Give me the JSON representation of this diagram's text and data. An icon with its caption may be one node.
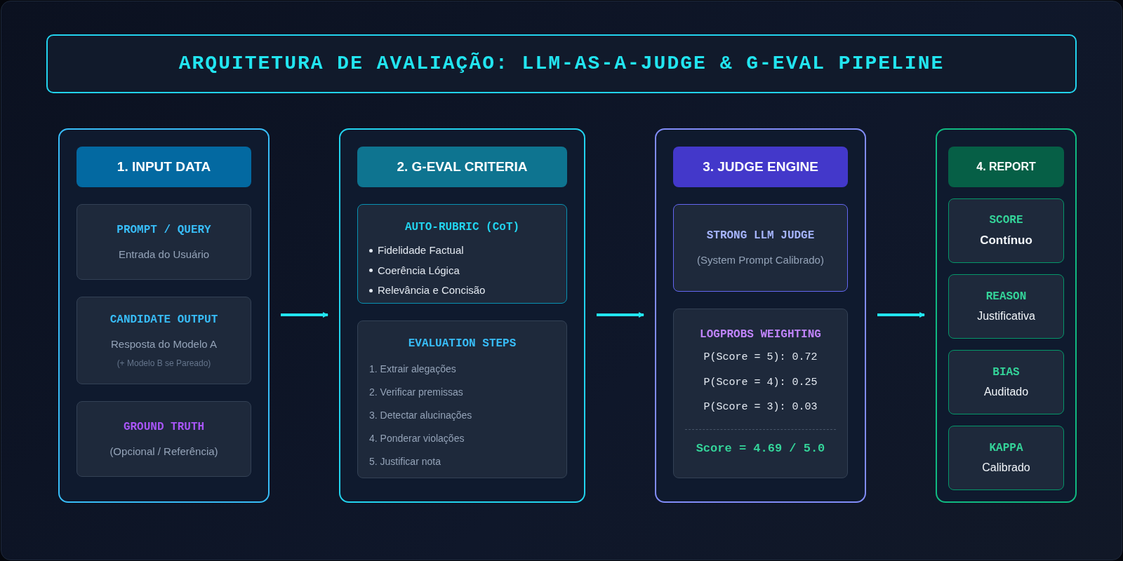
{
  "diagram": {
    "title": "ARQUITETURA DE AVALIAÇÃO: LLM-AS-A-JUDGE & G-EVAL PIPELINE",
    "nodes": [
      {
        "text": [
          "1. INPUT DATA"
        ]
      },
      {
        "text": [
          "PROMPT / QUERY",
          "Entrada do Usuário"
        ],
        "in": 0
      },
      {
        "text": [
          "CANDIDATE OUTPUT",
          "Resposta do Modelo A",
          "(+ Modelo B se Pareado)"
        ],
        "in": 0
      },
      {
        "text": [
          "GROUND TRUTH",
          "(Opcional / Referência)"
        ],
        "in": 0
      },
      {
        "text": [
          "2. G-EVAL CRITERIA"
        ]
      },
      {
        "text": [
          "AUTO-RUBRIC (CoT)",
          "Fidelidade Factual",
          "Coerência Lógica",
          "Relevância e Concisão"
        ],
        "in": 4
      },
      {
        "text": [
          "EVALUATION STEPS",
          "1. Extrair alegações",
          "2. Verificar premissas",
          "3. Detectar alucinações",
          "4. Ponderar violações",
          "5. Justificar nota"
        ],
        "in": 4
      },
      {
        "text": [
          "3. JUDGE ENGINE"
        ]
      },
      {
        "text": [
          "STRONG LLM JUDGE",
          "(System Prompt Calibrado)"
        ],
        "in": 7
      },
      {
        "text": [
          "LOGPROBS WEIGHTING",
          "P(Score = 5): 0.72",
          "P(Score = 4): 0.25",
          "P(Score = 3): 0.03",
          "Score = 4.69 / 5.0"
        ],
        "in": 7
      },
      {
        "text": [
          "4. REPORT"
        ]
      },
      {
        "text": [
          "SCORE",
          "Contínuo"
        ],
        "in": 10
      },
      {
        "text": [
          "REASON",
          "Justificativa"
        ],
        "in": 10
      },
      {
        "text": [
          "BIAS",
          "Auditado"
        ],
        "in": 10
      },
      {
        "text": [
          "KAPPA",
          "Calibrado"
        ],
        "in": 10
      }
    ],
    "edges": [
      {
        "from": 0,
        "to": 4,
        "arrow": "to"
      },
      {
        "from": 4,
        "to": 7,
        "arrow": "to"
      },
      {
        "from": 7,
        "to": 10,
        "arrow": "to"
      }
    ]
  }
}
